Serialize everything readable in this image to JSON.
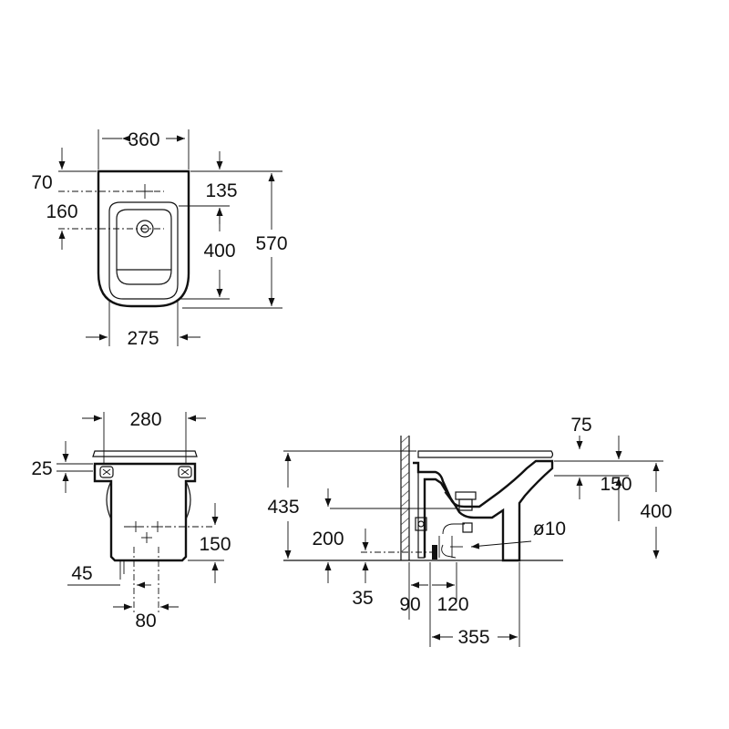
{
  "top_view": {
    "dims": {
      "overall_width": "360",
      "tap_hole_from_rim": "70",
      "tap_to_back_edge": "135",
      "drain_from_rim": "160",
      "bowl_length": "400",
      "overall_length": "570",
      "bowl_width": "275"
    }
  },
  "rear_view": {
    "dims": {
      "fixing_centers": "280",
      "rim_thickness": "25",
      "inlet_height": "150",
      "offset": "45",
      "inlet_spacing": "80"
    }
  },
  "side_view": {
    "dims": {
      "top_offset": "75",
      "overall_height": "435",
      "inlet_depth": "150",
      "pan_height": "400",
      "inlet_height": "200",
      "diameter": "ø10",
      "base_offset": "35",
      "wall_to_outlet": "90",
      "outlet_spacing": "120",
      "projection": "355"
    }
  }
}
